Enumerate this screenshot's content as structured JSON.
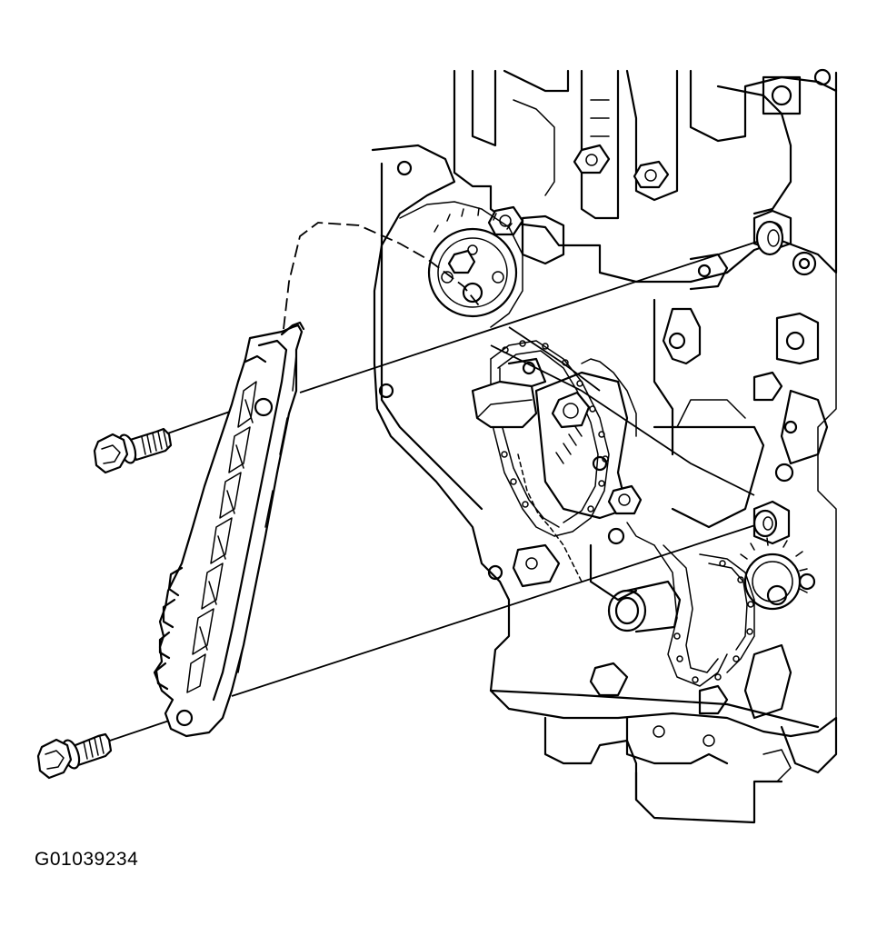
{
  "figure": {
    "id_label": "G01039234"
  },
  "parts": {
    "guide_icon": "timing-chain-guide",
    "bolt_icon": "bolt",
    "engine_icon": "engine-front-timing-drive"
  }
}
